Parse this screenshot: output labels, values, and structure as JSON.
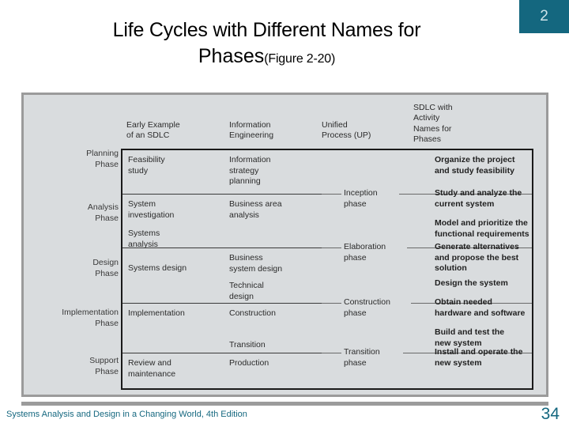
{
  "slide": {
    "number_badge": "2",
    "title_line1": "Life Cycles with Different Names for",
    "title_line2": "Phases",
    "title_figure_ref": "(Figure 2-20)",
    "accent_color": "#14677f",
    "panel_background": "#d9dcde",
    "panel_border_color": "#9b9b9b"
  },
  "footer": {
    "source": "Systems Analysis and Design in a Changing World, 4th Edition",
    "page_number": "34"
  },
  "figure": {
    "column_headers": [
      "Early Example\nof an SDLC",
      "Information\nEngineering",
      "Unified\nProcess (UP)",
      "SDLC with\nActivity\nNames for\nPhases"
    ],
    "phase_labels": [
      "Planning\nPhase",
      "Analysis\nPhase",
      "Design\nPhase",
      "Implementation\nPhase",
      "Support\nPhase"
    ],
    "col_early_sdlc": [
      "Feasibility\nstudy",
      "System\ninvestigation",
      "Systems\nanalysis",
      "Systems design",
      "Implementation",
      "Review and\nmaintenance"
    ],
    "col_information_engineering": [
      "Information\nstrategy\nplanning",
      "Business area\nanalysis",
      "Business\nsystem design",
      "Technical\ndesign",
      "Construction",
      "Transition",
      "Production"
    ],
    "col_unified_process": [
      "Inception\nphase",
      "Elaboration\nphase",
      "Construction\nphase",
      "Transition\nphase"
    ],
    "col_sdlc_activity_names": [
      "Organize the project\nand study feasibility",
      "Study and analyze the\ncurrent system",
      "Model and prioritize the\nfunctional requirements",
      "Generate alternatives\nand propose the best\nsolution",
      "Design the system",
      "Obtain needed\n hardware and software",
      "Build and test the\nnew system",
      "Install and operate the\nnew system"
    ]
  }
}
